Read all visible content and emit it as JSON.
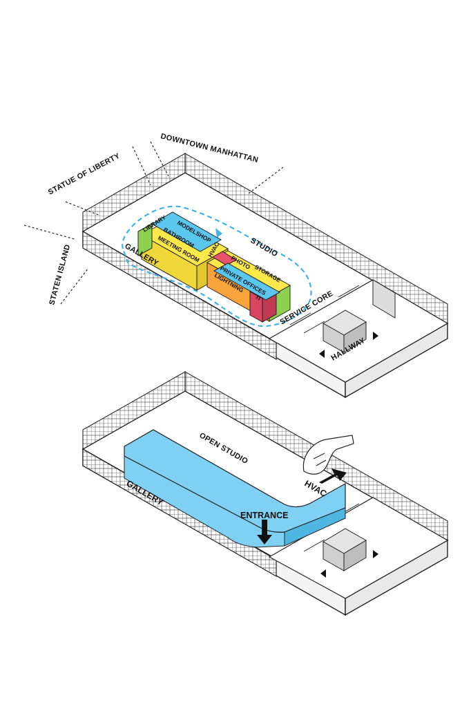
{
  "views": {
    "view1": {
      "labels": {
        "downtown": "DOWNTOWN MANHATTAN",
        "statue": "STATUE OF LIBERTY",
        "staten": "STATEN ISLAND",
        "studio": "STUDIO",
        "gallery": "GALLERY",
        "service_core": "SERVICE CORE",
        "hallway": "HALLWAY"
      },
      "program_blocks": [
        {
          "label": "LIBRARY",
          "color": "#8ed04f"
        },
        {
          "label": "MODELSHOP",
          "color": "#5bc7ee"
        },
        {
          "label": "BATHROOM",
          "color": "#ffe84a"
        },
        {
          "label": "MEETING ROOM",
          "color": "#ffe84a"
        },
        {
          "label": "HVAC",
          "color": "#e8526a"
        },
        {
          "label": "PHOTO",
          "color": "#ffe84a"
        },
        {
          "label": "STORAGE",
          "color": "#8ed04f"
        },
        {
          "label": "PRIVATE OFFICES",
          "color": "#5bc7ee"
        },
        {
          "label": "LIGHTNING",
          "color": "#f9a43a"
        },
        {
          "label": "IT",
          "color": "#e8526a"
        }
      ],
      "circulation_color": "#3fb3e8"
    },
    "view2": {
      "labels": {
        "open_studio": "OPEN STUDIO",
        "gallery": "GALLERY",
        "hvac": "HVAC",
        "entrance": "ENTRANCE"
      },
      "volume_color": "#7fd0f2"
    }
  }
}
